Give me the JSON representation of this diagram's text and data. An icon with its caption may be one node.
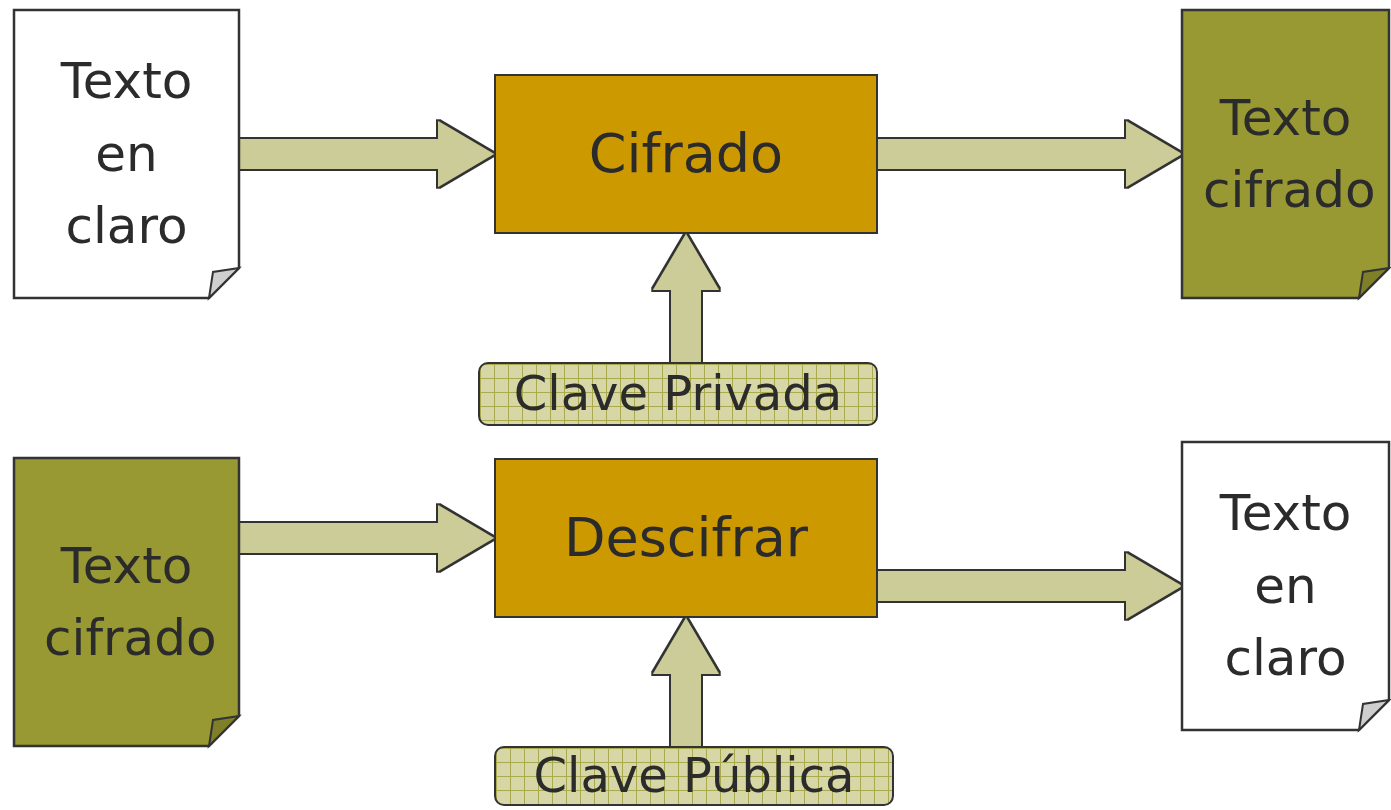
{
  "diagram": {
    "nodes": [
      {
        "text": [
          "Texto en claro"
        ]
      },
      {
        "text": [
          "Cifrado"
        ]
      },
      {
        "text": [
          "Texto cifrado"
        ]
      },
      {
        "text": [
          "Clave Privada"
        ]
      },
      {
        "text": [
          "Texto cifrado"
        ]
      },
      {
        "text": [
          "Descifrar"
        ]
      },
      {
        "text": [
          "Texto en claro"
        ]
      },
      {
        "text": [
          "Clave Pública"
        ]
      }
    ],
    "edges": [
      {
        "from": 0,
        "to": 1,
        "arrow": "to"
      },
      {
        "from": 1,
        "to": 2,
        "arrow": "to"
      },
      {
        "from": 3,
        "to": 1,
        "arrow": "to"
      },
      {
        "from": 4,
        "to": 5,
        "arrow": "to"
      },
      {
        "from": 5,
        "to": 6,
        "arrow": "to"
      },
      {
        "from": 7,
        "to": 5,
        "arrow": "to"
      }
    ]
  }
}
